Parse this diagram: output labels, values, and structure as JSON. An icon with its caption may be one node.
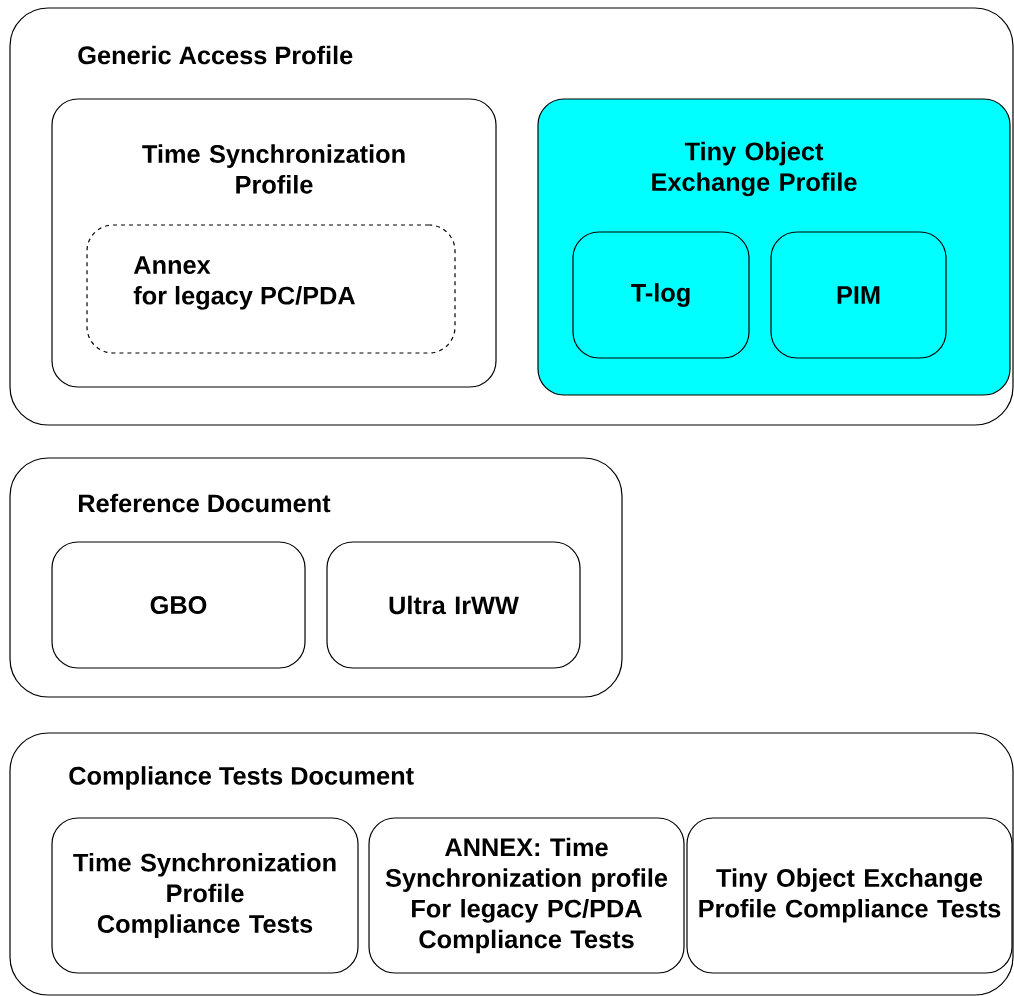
{
  "diagram": {
    "nodes": [
      {
        "text": [
          "Generic Access Profile"
        ]
      },
      {
        "text": [
          "Time Synchronization Profile"
        ],
        "in": 0
      },
      {
        "text": [
          "Annex",
          "for legacy PC/PDA"
        ],
        "in": 1
      },
      {
        "text": [
          "Tiny Object Exchange Profile"
        ],
        "in": 0
      },
      {
        "text": [
          "T-log"
        ],
        "in": 3
      },
      {
        "text": [
          "PIM"
        ],
        "in": 3
      },
      {
        "text": [
          "Reference Document"
        ]
      },
      {
        "text": [
          "GBO"
        ],
        "in": 6
      },
      {
        "text": [
          "Ultra IrWW"
        ],
        "in": 6
      },
      {
        "text": [
          "Compliance Tests Document"
        ]
      },
      {
        "text": [
          "Time Synchronization Profile Compliance Tests"
        ],
        "in": 9
      },
      {
        "text": [
          "ANNEX: Time Synchronization profile For legacy PC/PDA Compliance Tests"
        ],
        "in": 9
      },
      {
        "text": [
          "Tiny Object Exchange Profile Compliance Tests"
        ],
        "in": 9
      }
    ]
  }
}
